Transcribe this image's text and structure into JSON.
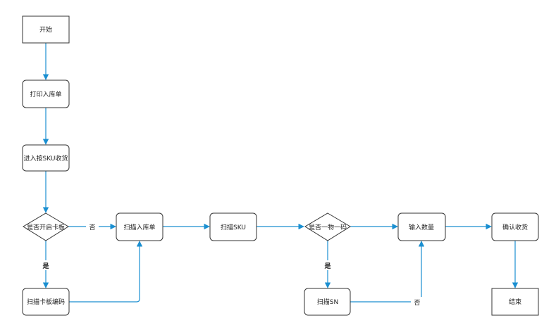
{
  "colors": {
    "edge": "#1a8fd1",
    "node_border": "#333333",
    "node_fill": "#ffffff",
    "text": "#222222"
  },
  "nodes": {
    "start": "开始",
    "print_order": "打印入库单",
    "enter_sku_receive": "进入按SKU收货",
    "pallet_enabled": "是否开启卡板",
    "scan_pallet_code": "扫描卡板编码",
    "scan_inbound_order": "扫描入库单",
    "scan_sku": "扫描SKU",
    "one_item_one_code": "是否一物一码",
    "scan_sn": "扫描SN",
    "input_quantity": "输入数量",
    "confirm_receive": "确认收货",
    "end": "结束"
  },
  "edge_labels": {
    "pallet_no": "否",
    "pallet_yes": "是",
    "code_yes": "是",
    "code_no": "否"
  }
}
